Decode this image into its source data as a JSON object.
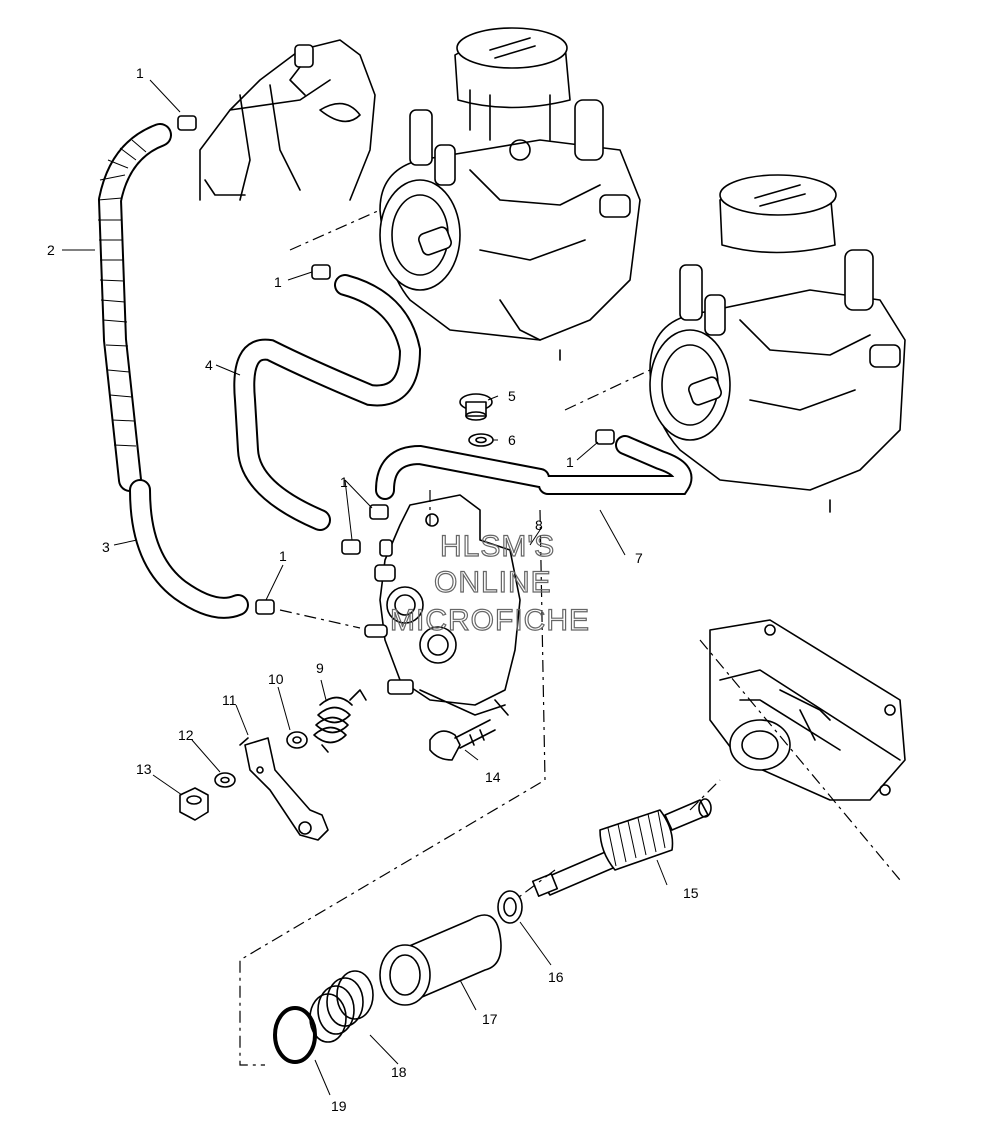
{
  "watermark": {
    "line1": "HLSM'S",
    "line2": "ONLINE",
    "line3": "MICROFICHE"
  },
  "callouts": {
    "c1a": "1",
    "c1b": "1",
    "c1c": "1",
    "c1d": "1",
    "c1e": "1",
    "c2": "2",
    "c3": "3",
    "c4": "4",
    "c5": "5",
    "c6": "6",
    "c7": "7",
    "c8": "8",
    "c9": "9",
    "c10": "10",
    "c11": "11",
    "c12": "12",
    "c13": "13",
    "c14": "14",
    "c15": "15",
    "c16": "16",
    "c17": "17",
    "c18": "18",
    "c19": "19"
  }
}
